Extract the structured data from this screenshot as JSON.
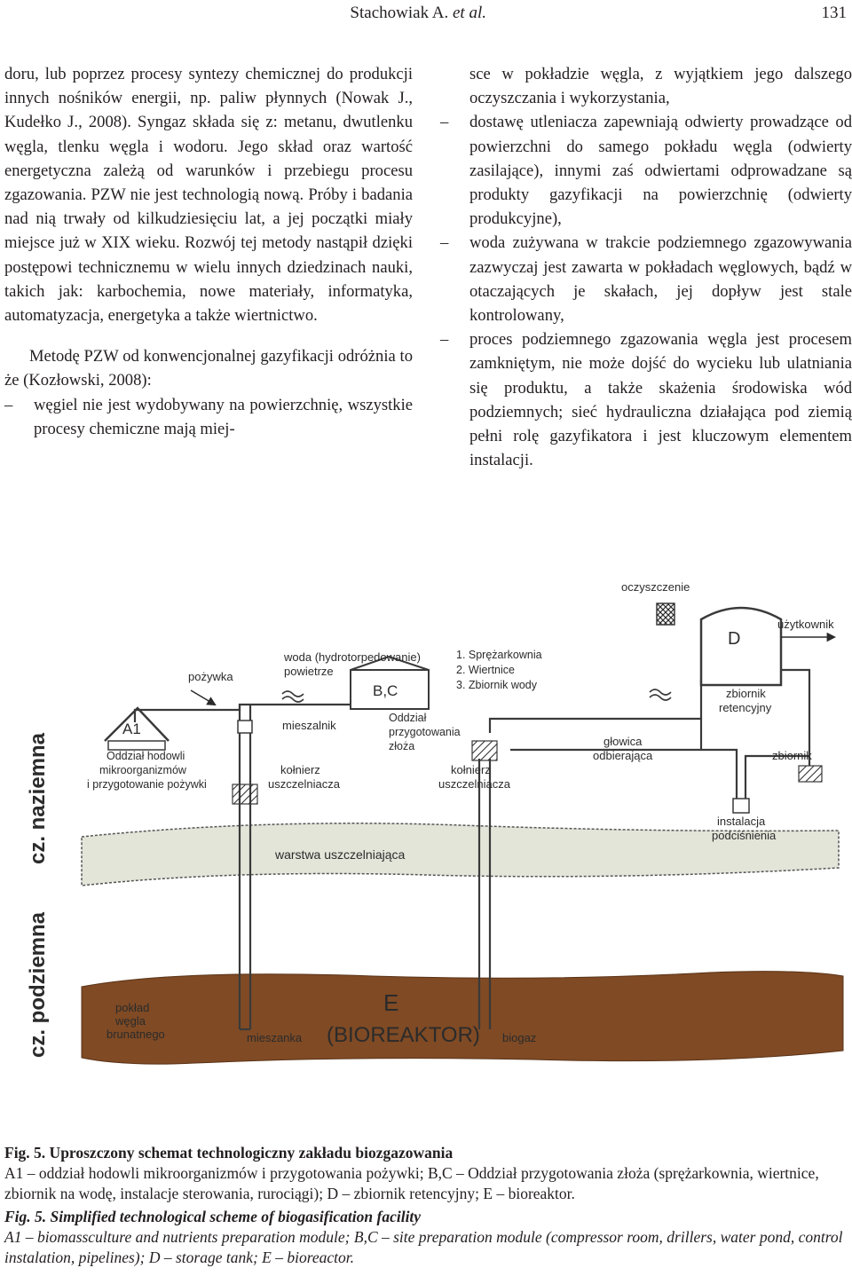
{
  "header": {
    "author_prefix": "Stachowiak A. ",
    "author_etal": "et al.",
    "page_number": "131"
  },
  "left_column": {
    "para1": "doru, lub poprzez procesy syntezy chemicznej do produkcji innych nośników energii, np. paliw płynnych (Nowak J., Kudełko J., 2008). Syngaz składa się z: metanu, dwutlenku węgla, tlenku węgla i wodoru. Jego skład oraz wartość energetyczna zależą od warunków i przebiegu procesu zgazowania. PZW nie jest technologią nową. Próby i badania nad nią trwały od kilkudziesięciu lat, a jej początki miały miejsce już w XIX wieku. Rozwój tej metody nastąpił dzięki postępowi technicznemu w wielu innych dziedzinach nauki, takich jak: karbochemia, nowe materiały, informatyka, automatyzacja, energetyka a także wiertnictwo.",
    "para2": "Metodę PZW od konwencjonalnej gazyfikacji odróżnia to że (Kozłowski, 2008):",
    "item1": "węgiel nie jest wydobywany na powierzchnię, wszystkie procesy chemiczne mają miej-"
  },
  "right_column": {
    "continuation": "sce w pokładzie węgla, z wyjątkiem jego dalszego oczyszczania i wykorzystania,",
    "item2": "dostawę utleniacza zapewniają odwierty prowadzące od powierzchni do samego pokładu węgla (odwierty zasilające), innymi zaś odwiertami odprowadzane są produkty gazyfikacji na powierzchnię (odwierty produkcyjne),",
    "item3": "woda zużywana w trakcie podziemnego zgazowywania zazwyczaj jest zawarta w pokładach węglowych, bądź w otaczających je skałach, jej dopływ jest stale kontrolowany,",
    "item4": "proces podziemnego zgazowania węgla jest procesem zamkniętym, nie może dojść do wycieku lub ulatniania się produktu, a także skażenia środowiska wód podziemnych; sieć hydrauliczna działająca pod ziemią pełni rolę gazyfikatora i jest kluczowym elementem instalacji.",
    "dash": "–"
  },
  "diagram": {
    "zone_surface": "cz. naziemna",
    "zone_underground": "cz. podziemna",
    "a1": "A1",
    "a1_desc": [
      "Oddział hodowli",
      "mikroorganizmów",
      "i przygotowanie pożywki"
    ],
    "pozywka": "pożywka",
    "woda": "woda (hydrotorpedowanie)",
    "powietrze": "powietrze",
    "bc": "B,C",
    "bc_list": [
      "1. Sprężarkownia",
      "2. Wiertnice",
      "3. Zbiornik wody"
    ],
    "bc_desc": [
      "Oddział",
      "przygotowania",
      "złoża"
    ],
    "mieszalnik": "mieszalnik",
    "kolnierz_left": [
      "kołnierz",
      "uszczelniacza"
    ],
    "kolnierz_right": [
      "kołnierz",
      "uszczelniacza"
    ],
    "oczyszczenie": "oczyszczenie",
    "d": "D",
    "uzytkownik": "użytkownik",
    "d_desc": [
      "zbiornik",
      "retencyjny"
    ],
    "glowica": [
      "głowica",
      "odbierająca"
    ],
    "zbiornik": "zbiornik",
    "instalacja": [
      "instalacja",
      "podciśnienia"
    ],
    "warstwa": "warstwa uszczelniająca",
    "e": "E",
    "bioreaktor": "(BIOREAKTOR)",
    "poklad": [
      "pokład",
      "węgla",
      "brunatnego"
    ],
    "mieszanka": "mieszanka",
    "biogaz": "biogaz",
    "colors": {
      "soil": "#7f4a24",
      "seal": "#e3e5d9",
      "line": "#3a3a3a",
      "text": "#2b2b2b"
    }
  },
  "caption": {
    "pl_label": "Fig. 5. Uproszczony schemat technologiczny zakładu biozgazowania",
    "pl_body": "A1 – oddział hodowli mikroorganizmów i przygotowania pożywki; B,C – Oddział przygotowania złoża (sprężarkownia, wiertnice, zbiornik na wodę, instalacje sterowania, rurociągi); D – zbiornik retencyjny; E – bioreaktor.",
    "en_label": "Fig. 5. Simplified technological scheme of biogasification facility",
    "en_body": "A1 – biomassculture and nutrients preparation module; B,C – site preparation module (compressor room, drillers, water pond, control instalation, pipelines); D – storage tank; E – bioreactor."
  }
}
